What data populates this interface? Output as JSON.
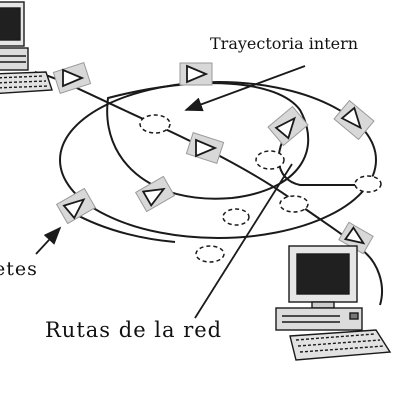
{
  "labels": {
    "internal_path": "Trayectoria intern",
    "packets": "etes",
    "routes": "Rutas de la red"
  },
  "colors": {
    "ink": "#1a1a1a",
    "packet_fill": "#d8d8d8",
    "packet_shadow": "#9a9a9a",
    "screen": "#202020"
  },
  "icons": {
    "computer_left": "desktop-computer-icon",
    "computer_right": "desktop-computer-icon",
    "packet": "triangle-arrow-icon",
    "router_node": "dashed-ellipse-icon"
  }
}
